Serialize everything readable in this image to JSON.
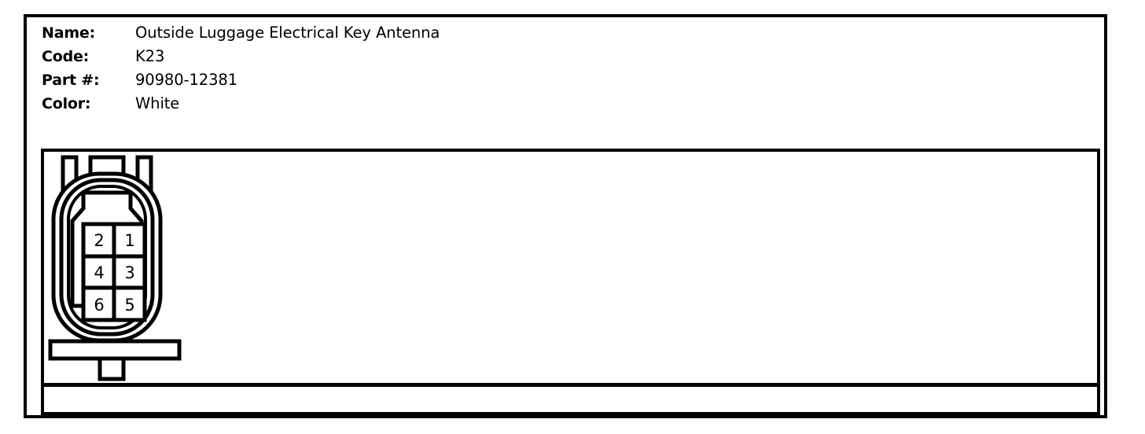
{
  "spec": {
    "rows": [
      {
        "label": "Name:",
        "value": "Outside Luggage Electrical Key Antenna"
      },
      {
        "label": "Code:",
        "value": "K23"
      },
      {
        "label": "Part #:",
        "value": "90980-12381"
      },
      {
        "label": "Color:",
        "value": "White"
      }
    ]
  },
  "connector": {
    "title": "connector-pinout-diagram",
    "pin_rows": [
      [
        "2",
        "1"
      ],
      [
        "4",
        "3"
      ],
      [
        "6",
        "5"
      ]
    ],
    "pin_count": 6,
    "line_color": "#000000",
    "fill_color": "#ffffff"
  }
}
